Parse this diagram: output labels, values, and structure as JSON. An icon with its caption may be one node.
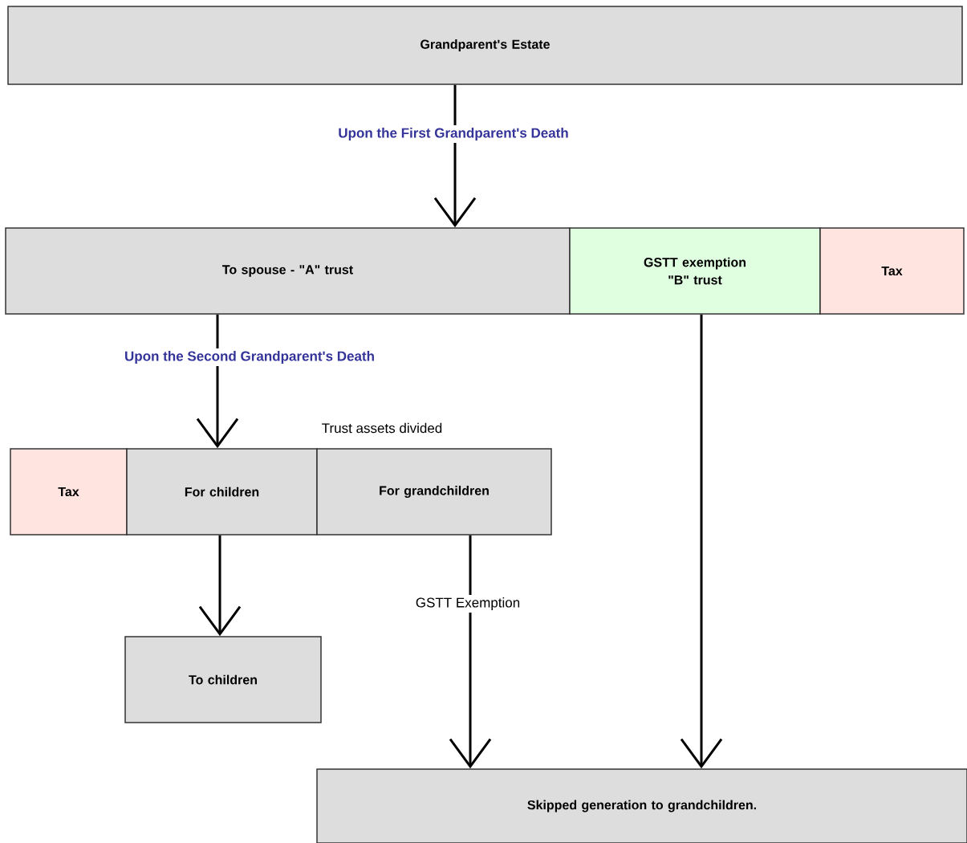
{
  "diagram": {
    "nodes": [
      {
        "text": [
          "Grandparent's Estate"
        ]
      },
      {
        "text": [
          "To spouse - \"A\" trust"
        ]
      },
      {
        "text": [
          "GSTT exemption \"B\" trust"
        ]
      },
      {
        "text": [
          "Tax"
        ]
      },
      {
        "text": [
          "Tax"
        ]
      },
      {
        "text": [
          "For children"
        ]
      },
      {
        "text": [
          "For grandchildren"
        ]
      },
      {
        "text": [
          "To children"
        ]
      },
      {
        "text": [
          "Skipped generation to grandchildren."
        ]
      }
    ],
    "edges": [
      {
        "from": 0,
        "to": 1,
        "arrow": "to",
        "label": "Upon the First Grandparent's Death"
      },
      {
        "from": 1,
        "to": 5,
        "arrow": "to",
        "label": "Upon the Second Grandparent's Death"
      },
      {
        "from": 5,
        "to": 7,
        "arrow": "to"
      },
      {
        "from": 6,
        "to": 8,
        "arrow": "to",
        "label": "GSTT Exemption"
      },
      {
        "from": 2,
        "to": 8,
        "arrow": "to"
      }
    ],
    "labels": [
      "Trust assets divided"
    ]
  }
}
